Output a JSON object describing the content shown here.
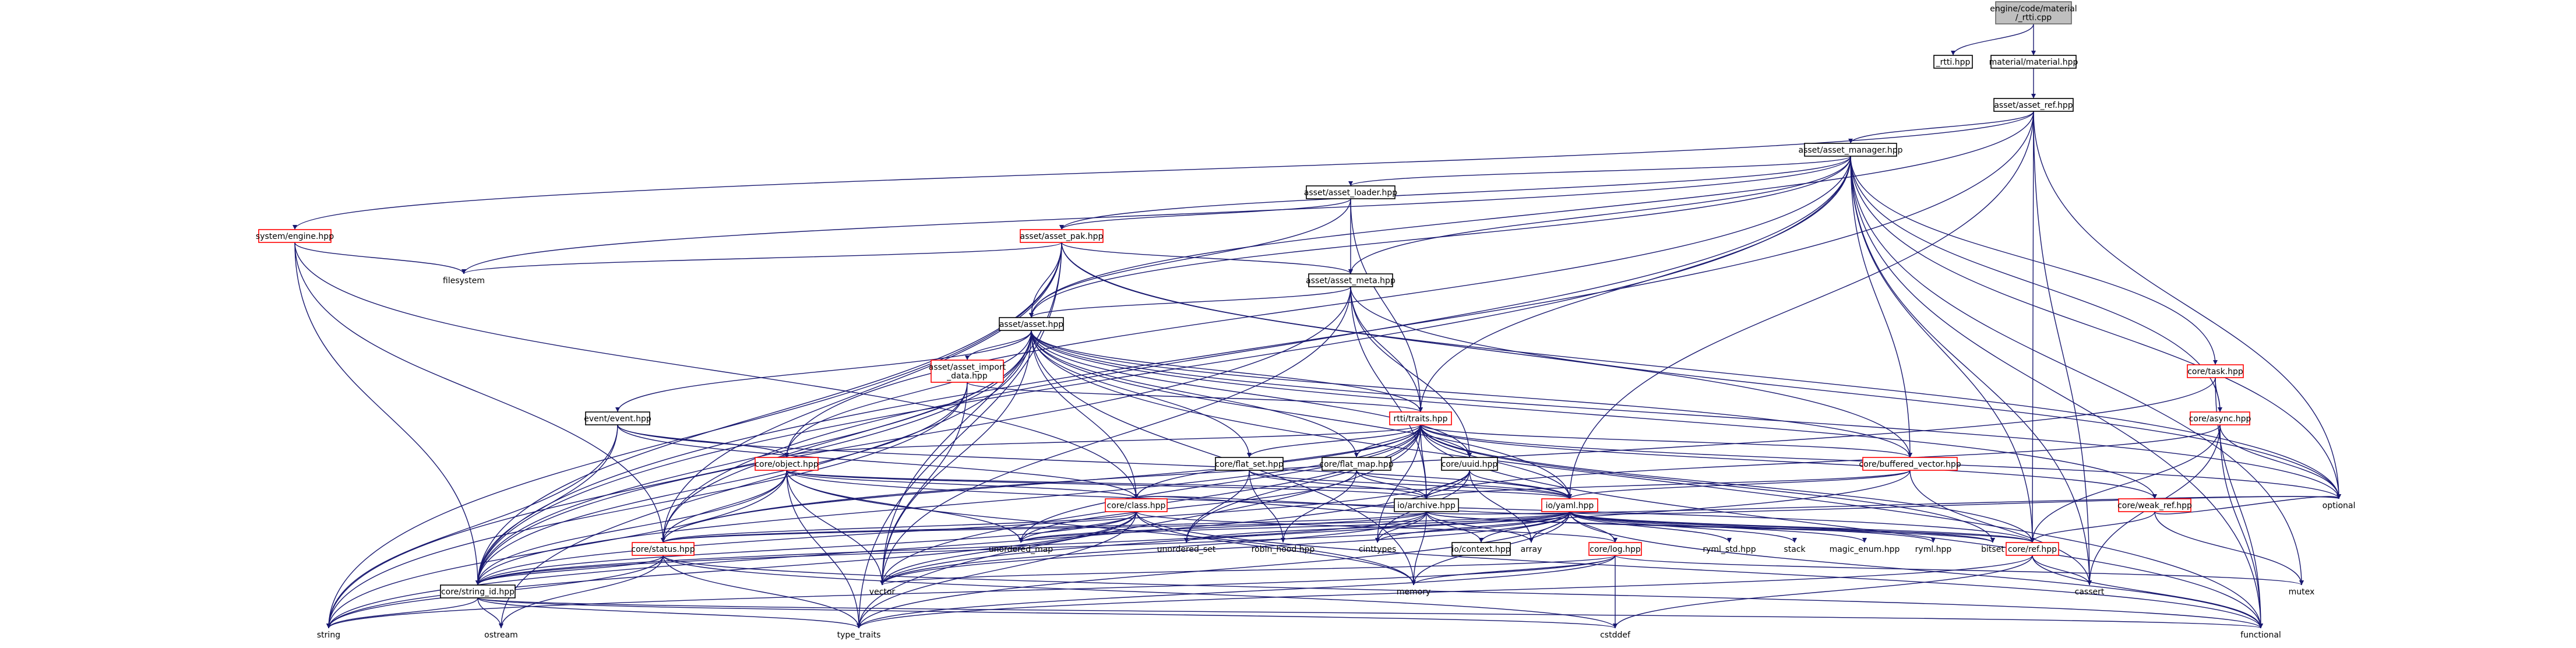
{
  "colors": {
    "edge": "#191970",
    "node_border": "#000000",
    "node_border_incomplete": "#ff0000",
    "root_fill": "#bfbfbf",
    "root_border": "#666666",
    "background": "#ffffff"
  },
  "graph": {
    "nodes": [
      {
        "id": "root",
        "lines": [
          "engine/code/material",
          "/_rtti.cpp"
        ],
        "style": "root"
      },
      {
        "id": "rtti_hpp",
        "lines": [
          "_rtti.hpp"
        ],
        "style": "plain"
      },
      {
        "id": "material_hpp",
        "lines": [
          "material/material.hpp"
        ],
        "style": "plain"
      },
      {
        "id": "asset_ref",
        "lines": [
          "asset/asset_ref.hpp"
        ],
        "style": "plain"
      },
      {
        "id": "asset_manager",
        "lines": [
          "asset/asset_manager.hpp"
        ],
        "style": "plain"
      },
      {
        "id": "system_engine",
        "lines": [
          "system/engine.hpp"
        ],
        "style": "red"
      },
      {
        "id": "asset_loader",
        "lines": [
          "asset/asset_loader.hpp"
        ],
        "style": "plain"
      },
      {
        "id": "asset_pak",
        "lines": [
          "asset/asset_pak.hpp"
        ],
        "style": "red"
      },
      {
        "id": "filesystem",
        "lines": [
          "filesystem"
        ],
        "style": "none"
      },
      {
        "id": "asset_meta",
        "lines": [
          "asset/asset_meta.hpp"
        ],
        "style": "plain"
      },
      {
        "id": "asset",
        "lines": [
          "asset/asset.hpp"
        ],
        "style": "plain"
      },
      {
        "id": "core_task",
        "lines": [
          "core/task.hpp"
        ],
        "style": "red"
      },
      {
        "id": "asset_import_data",
        "lines": [
          "asset/asset_import",
          "_data.hpp"
        ],
        "style": "red"
      },
      {
        "id": "core_async",
        "lines": [
          "core/async.hpp"
        ],
        "style": "red"
      },
      {
        "id": "rtti_traits",
        "lines": [
          "rtti/traits.hpp"
        ],
        "style": "red"
      },
      {
        "id": "event_event",
        "lines": [
          "event/event.hpp"
        ],
        "style": "plain"
      },
      {
        "id": "core_object",
        "lines": [
          "core/object.hpp"
        ],
        "style": "red"
      },
      {
        "id": "core_flat_set",
        "lines": [
          "core/flat_set.hpp"
        ],
        "style": "plain"
      },
      {
        "id": "core_flat_map",
        "lines": [
          "core/flat_map.hpp"
        ],
        "style": "plain"
      },
      {
        "id": "core_uuid",
        "lines": [
          "core/uuid.hpp"
        ],
        "style": "plain"
      },
      {
        "id": "core_buffered_vector",
        "lines": [
          "core/buffered_vector.hpp"
        ],
        "style": "red"
      },
      {
        "id": "core_weak_ref",
        "lines": [
          "core/weak_ref.hpp"
        ],
        "style": "red"
      },
      {
        "id": "io_archive",
        "lines": [
          "io/archive.hpp"
        ],
        "style": "plain"
      },
      {
        "id": "io_yaml",
        "lines": [
          "io/yaml.hpp"
        ],
        "style": "red"
      },
      {
        "id": "core_class",
        "lines": [
          "core/class.hpp"
        ],
        "style": "red"
      },
      {
        "id": "core_status",
        "lines": [
          "core/status.hpp"
        ],
        "style": "red"
      },
      {
        "id": "core_log",
        "lines": [
          "core/log.hpp"
        ],
        "style": "red"
      },
      {
        "id": "core_ref",
        "lines": [
          "core/ref.hpp"
        ],
        "style": "red"
      },
      {
        "id": "core_string_id",
        "lines": [
          "core/string_id.hpp"
        ],
        "style": "plain"
      },
      {
        "id": "unordered_map",
        "lines": [
          "unordered_map"
        ],
        "style": "none"
      },
      {
        "id": "unordered_set",
        "lines": [
          "unordered_set"
        ],
        "style": "none"
      },
      {
        "id": "robin_hood",
        "lines": [
          "robin_hood.hpp"
        ],
        "style": "none"
      },
      {
        "id": "cinttypes",
        "lines": [
          "cinttypes"
        ],
        "style": "none"
      },
      {
        "id": "array",
        "lines": [
          "array"
        ],
        "style": "none"
      },
      {
        "id": "io_context",
        "lines": [
          "io/context.hpp"
        ],
        "style": "plain"
      },
      {
        "id": "ryml_std",
        "lines": [
          "ryml_std.hpp"
        ],
        "style": "none"
      },
      {
        "id": "stack",
        "lines": [
          "stack"
        ],
        "style": "none"
      },
      {
        "id": "magic_enum",
        "lines": [
          "magic_enum.hpp"
        ],
        "style": "none"
      },
      {
        "id": "ryml",
        "lines": [
          "ryml.hpp"
        ],
        "style": "none"
      },
      {
        "id": "bitset",
        "lines": [
          "bitset"
        ],
        "style": "none"
      },
      {
        "id": "optional",
        "lines": [
          "optional"
        ],
        "style": "none"
      },
      {
        "id": "memory",
        "lines": [
          "memory"
        ],
        "style": "none"
      },
      {
        "id": "vector",
        "lines": [
          "vector"
        ],
        "style": "none"
      },
      {
        "id": "mutex",
        "lines": [
          "mutex"
        ],
        "style": "none"
      },
      {
        "id": "cassert",
        "lines": [
          "cassert"
        ],
        "style": "none"
      },
      {
        "id": "string",
        "lines": [
          "string"
        ],
        "style": "none"
      },
      {
        "id": "ostream",
        "lines": [
          "ostream"
        ],
        "style": "none"
      },
      {
        "id": "type_traits",
        "lines": [
          "type_traits"
        ],
        "style": "none"
      },
      {
        "id": "cstddef",
        "lines": [
          "cstddef"
        ],
        "style": "none"
      },
      {
        "id": "functional",
        "lines": [
          "functional"
        ],
        "style": "none"
      }
    ],
    "edges": [
      [
        "root",
        "rtti_hpp"
      ],
      [
        "root",
        "material_hpp"
      ],
      [
        "material_hpp",
        "asset_ref"
      ],
      [
        "asset_ref",
        "asset_manager"
      ],
      [
        "asset_ref",
        "system_engine"
      ],
      [
        "asset_ref",
        "io_yaml"
      ],
      [
        "asset_ref",
        "optional"
      ],
      [
        "asset_ref",
        "cassert"
      ],
      [
        "asset_ref",
        "string_id_dummy"
      ],
      [
        "asset_ref",
        "core_string_id"
      ],
      [
        "asset_ref",
        "asset"
      ],
      [
        "asset_ref",
        "core_ref"
      ],
      [
        "asset_manager",
        "asset_loader"
      ],
      [
        "asset_manager",
        "asset_pak"
      ],
      [
        "asset_manager",
        "asset_meta"
      ],
      [
        "asset_manager",
        "asset"
      ],
      [
        "asset_manager",
        "filesystem"
      ],
      [
        "asset_manager",
        "core_task"
      ],
      [
        "asset_manager",
        "core_async"
      ],
      [
        "asset_manager",
        "core_buffered_vector"
      ],
      [
        "asset_manager",
        "rtti_traits"
      ],
      [
        "asset_manager",
        "core_object"
      ],
      [
        "asset_manager",
        "core_string_id"
      ],
      [
        "asset_manager",
        "mutex"
      ],
      [
        "asset_manager",
        "functional"
      ],
      [
        "asset_manager",
        "optional"
      ],
      [
        "asset_manager",
        "core_status"
      ],
      [
        "asset_manager",
        "cassert"
      ],
      [
        "asset_manager",
        "core_ref"
      ],
      [
        "system_engine",
        "filesystem"
      ],
      [
        "system_engine",
        "core_status"
      ],
      [
        "system_engine",
        "core_string_id"
      ],
      [
        "system_engine",
        "core_class"
      ],
      [
        "asset_loader",
        "asset_pak"
      ],
      [
        "asset_loader",
        "asset_meta"
      ],
      [
        "asset_loader",
        "asset"
      ],
      [
        "asset_loader",
        "rtti_traits"
      ],
      [
        "asset_pak",
        "asset_meta"
      ],
      [
        "asset_pak",
        "asset"
      ],
      [
        "asset_pak",
        "filesystem"
      ],
      [
        "asset_pak",
        "core_status"
      ],
      [
        "asset_pak",
        "core_string_id"
      ],
      [
        "asset_pak",
        "string"
      ],
      [
        "asset_pak",
        "optional"
      ],
      [
        "asset_pak",
        "vector"
      ],
      [
        "asset_pak",
        "core_buffered_vector"
      ],
      [
        "asset_pak",
        "type_traits"
      ],
      [
        "asset_meta",
        "asset"
      ],
      [
        "asset_meta",
        "rtti_traits"
      ],
      [
        "asset_meta",
        "core_uuid"
      ],
      [
        "asset_meta",
        "io_archive"
      ],
      [
        "asset_meta",
        "optional"
      ],
      [
        "asset_meta",
        "vector"
      ],
      [
        "asset_meta",
        "core_string_id"
      ],
      [
        "asset",
        "asset_import_data"
      ],
      [
        "asset",
        "rtti_traits"
      ],
      [
        "asset",
        "event_event"
      ],
      [
        "asset",
        "core_object"
      ],
      [
        "asset",
        "core_flat_set"
      ],
      [
        "asset",
        "core_flat_map"
      ],
      [
        "asset",
        "core_uuid"
      ],
      [
        "asset",
        "core_buffered_vector"
      ],
      [
        "asset",
        "core_weak_ref"
      ],
      [
        "asset",
        "core_class"
      ],
      [
        "asset",
        "core_status"
      ],
      [
        "asset",
        "core_string_id"
      ],
      [
        "asset",
        "string"
      ],
      [
        "asset",
        "vector"
      ],
      [
        "asset",
        "optional"
      ],
      [
        "asset",
        "memory"
      ],
      [
        "asset",
        "functional"
      ],
      [
        "asset",
        "ostream"
      ],
      [
        "asset",
        "io_yaml"
      ],
      [
        "asset_import_data",
        "rtti_traits"
      ],
      [
        "asset_import_data",
        "core_string_id"
      ],
      [
        "asset_import_data",
        "string"
      ],
      [
        "asset_import_data",
        "vector"
      ],
      [
        "core_task",
        "core_async"
      ],
      [
        "core_task",
        "functional"
      ],
      [
        "core_task",
        "core_status"
      ],
      [
        "core_async",
        "optional"
      ],
      [
        "core_async",
        "functional"
      ],
      [
        "core_async",
        "cassert"
      ],
      [
        "core_async",
        "core_ref"
      ],
      [
        "core_async",
        "io_archive"
      ],
      [
        "rtti_traits",
        "core_object"
      ],
      [
        "rtti_traits",
        "core_flat_set"
      ],
      [
        "rtti_traits",
        "core_flat_map"
      ],
      [
        "rtti_traits",
        "core_uuid"
      ],
      [
        "rtti_traits",
        "core_buffered_vector"
      ],
      [
        "rtti_traits",
        "io_archive"
      ],
      [
        "rtti_traits",
        "io_yaml"
      ],
      [
        "rtti_traits",
        "core_class"
      ],
      [
        "rtti_traits",
        "core_status"
      ],
      [
        "rtti_traits",
        "core_string_id"
      ],
      [
        "rtti_traits",
        "unordered_map"
      ],
      [
        "rtti_traits",
        "unordered_set"
      ],
      [
        "rtti_traits",
        "cinttypes"
      ],
      [
        "rtti_traits",
        "bitset"
      ],
      [
        "rtti_traits",
        "optional"
      ],
      [
        "rtti_traits",
        "vector"
      ],
      [
        "rtti_traits",
        "type_traits"
      ],
      [
        "rtti_traits",
        "functional"
      ],
      [
        "rtti_traits",
        "core_weak_ref"
      ],
      [
        "rtti_traits",
        "core_ref"
      ],
      [
        "event_event",
        "core_object"
      ],
      [
        "event_event",
        "core_class"
      ],
      [
        "event_event",
        "core_string_id"
      ],
      [
        "event_event",
        "io_yaml"
      ],
      [
        "event_event",
        "string"
      ],
      [
        "core_object",
        "core_class"
      ],
      [
        "core_object",
        "core_status"
      ],
      [
        "core_object",
        "core_string_id"
      ],
      [
        "core_object",
        "io_archive"
      ],
      [
        "core_object",
        "io_yaml"
      ],
      [
        "core_object",
        "unordered_map"
      ],
      [
        "core_object",
        "vector"
      ],
      [
        "core_object",
        "type_traits"
      ],
      [
        "core_object",
        "string"
      ],
      [
        "core_object",
        "core_ref"
      ],
      [
        "core_object",
        "memory"
      ],
      [
        "core_flat_set",
        "io_archive"
      ],
      [
        "core_flat_set",
        "unordered_set"
      ],
      [
        "core_flat_set",
        "robin_hood"
      ],
      [
        "core_flat_set",
        "io_yaml"
      ],
      [
        "core_flat_map",
        "io_archive"
      ],
      [
        "core_flat_map",
        "unordered_map"
      ],
      [
        "core_flat_map",
        "robin_hood"
      ],
      [
        "core_flat_map",
        "io_yaml"
      ],
      [
        "core_uuid",
        "io_archive"
      ],
      [
        "core_uuid",
        "io_yaml"
      ],
      [
        "core_uuid",
        "array"
      ],
      [
        "core_uuid",
        "cinttypes"
      ],
      [
        "core_uuid",
        "core_string_id"
      ],
      [
        "core_uuid",
        "string"
      ],
      [
        "core_buffered_vector",
        "io_archive"
      ],
      [
        "core_buffered_vector",
        "io_yaml"
      ],
      [
        "core_buffered_vector",
        "vector"
      ],
      [
        "core_buffered_vector",
        "cassert"
      ],
      [
        "core_weak_ref",
        "optional"
      ],
      [
        "core_weak_ref",
        "mutex"
      ],
      [
        "core_weak_ref",
        "core_ref"
      ],
      [
        "io_archive",
        "core_class"
      ],
      [
        "io_archive",
        "core_status"
      ],
      [
        "io_archive",
        "core_string_id"
      ],
      [
        "io_archive",
        "io_context"
      ],
      [
        "io_archive",
        "cinttypes"
      ],
      [
        "io_archive",
        "vector"
      ],
      [
        "io_archive",
        "unordered_map"
      ],
      [
        "io_archive",
        "array"
      ],
      [
        "io_archive",
        "bitset"
      ],
      [
        "io_archive",
        "optional"
      ],
      [
        "io_archive",
        "memory"
      ],
      [
        "io_archive",
        "core_ref"
      ],
      [
        "io_yaml",
        "core_class"
      ],
      [
        "io_yaml",
        "core_status"
      ],
      [
        "io_yaml",
        "core_log"
      ],
      [
        "io_yaml",
        "core_string_id"
      ],
      [
        "io_yaml",
        "io_context"
      ],
      [
        "io_yaml",
        "ryml_std"
      ],
      [
        "io_yaml",
        "stack"
      ],
      [
        "io_yaml",
        "magic_enum"
      ],
      [
        "io_yaml",
        "ryml"
      ],
      [
        "io_yaml",
        "bitset"
      ],
      [
        "io_yaml",
        "core_ref"
      ],
      [
        "io_yaml",
        "optional"
      ],
      [
        "io_yaml",
        "vector"
      ],
      [
        "io_yaml",
        "array"
      ],
      [
        "io_yaml",
        "cinttypes"
      ],
      [
        "io_yaml",
        "unordered_map"
      ],
      [
        "io_yaml",
        "unordered_set"
      ],
      [
        "io_yaml",
        "functional"
      ],
      [
        "io_yaml",
        "memory"
      ],
      [
        "io_yaml",
        "type_traits"
      ],
      [
        "core_class",
        "core_status"
      ],
      [
        "core_class",
        "core_string_id"
      ],
      [
        "core_class",
        "core_log"
      ],
      [
        "core_class",
        "unordered_map"
      ],
      [
        "core_class",
        "vector"
      ],
      [
        "core_class",
        "string"
      ],
      [
        "core_class",
        "memory"
      ],
      [
        "core_class",
        "functional"
      ],
      [
        "core_class",
        "type_traits"
      ],
      [
        "core_status",
        "core_string_id"
      ],
      [
        "core_status",
        "string"
      ],
      [
        "core_status",
        "ostream"
      ],
      [
        "core_status",
        "type_traits"
      ],
      [
        "core_status",
        "cstddef"
      ],
      [
        "core_status",
        "functional"
      ],
      [
        "core_log",
        "memory"
      ],
      [
        "core_log",
        "vector"
      ],
      [
        "core_log",
        "string"
      ],
      [
        "core_log",
        "cstddef"
      ],
      [
        "core_log",
        "type_traits"
      ],
      [
        "core_log",
        "mutex"
      ],
      [
        "core_ref",
        "cassert"
      ],
      [
        "core_ref",
        "type_traits"
      ],
      [
        "core_ref",
        "functional"
      ],
      [
        "core_ref",
        "cstddef"
      ],
      [
        "core_string_id",
        "string"
      ],
      [
        "core_string_id",
        "ostream"
      ],
      [
        "core_string_id",
        "type_traits"
      ],
      [
        "core_string_id",
        "cstddef"
      ],
      [
        "core_string_id",
        "functional"
      ]
    ]
  }
}
